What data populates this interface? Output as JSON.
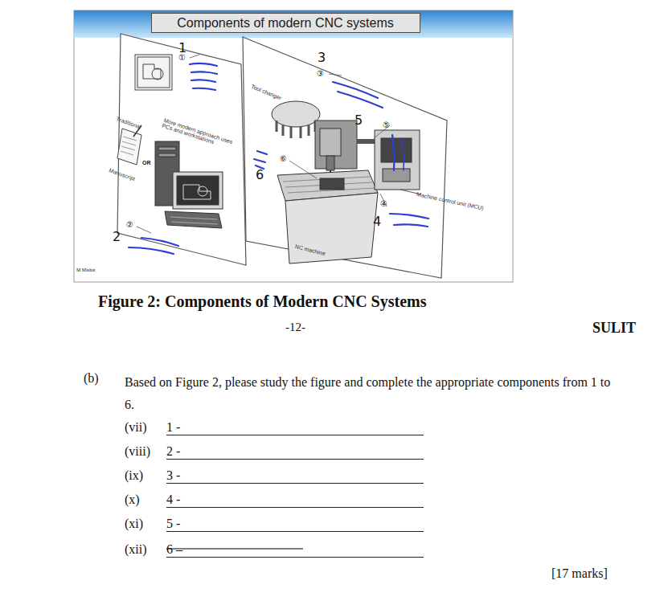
{
  "diagram": {
    "caption": "Figure 2: Components of Modern CNC Systems",
    "nodes": [
      {
        "text": [
          "Components of modern CNC systems"
        ]
      }
    ],
    "labels": [
      "1",
      "①",
      "3",
      "③",
      "Tool changer",
      "Traditional",
      "More modern approach uses PCs and workstations",
      "OR",
      "Manuscript",
      "5",
      "⑤",
      "⑥",
      "6",
      "Machine control unit (MCU)",
      "④",
      "4",
      "2",
      "②",
      "NC machine",
      "M Mishat",
      "-12-",
      "SULIT",
      "(b)",
      "Based on Figure 2, please study the figure and complete the appropriate components from 1 to 6.",
      "(vii)",
      "1 -",
      "(viii)",
      "2 -",
      "(ix)",
      "3 -",
      "(x)",
      "4 -",
      "(xi)",
      "5 -",
      "(xii)",
      "6 –",
      "[17 marks]"
    ]
  }
}
